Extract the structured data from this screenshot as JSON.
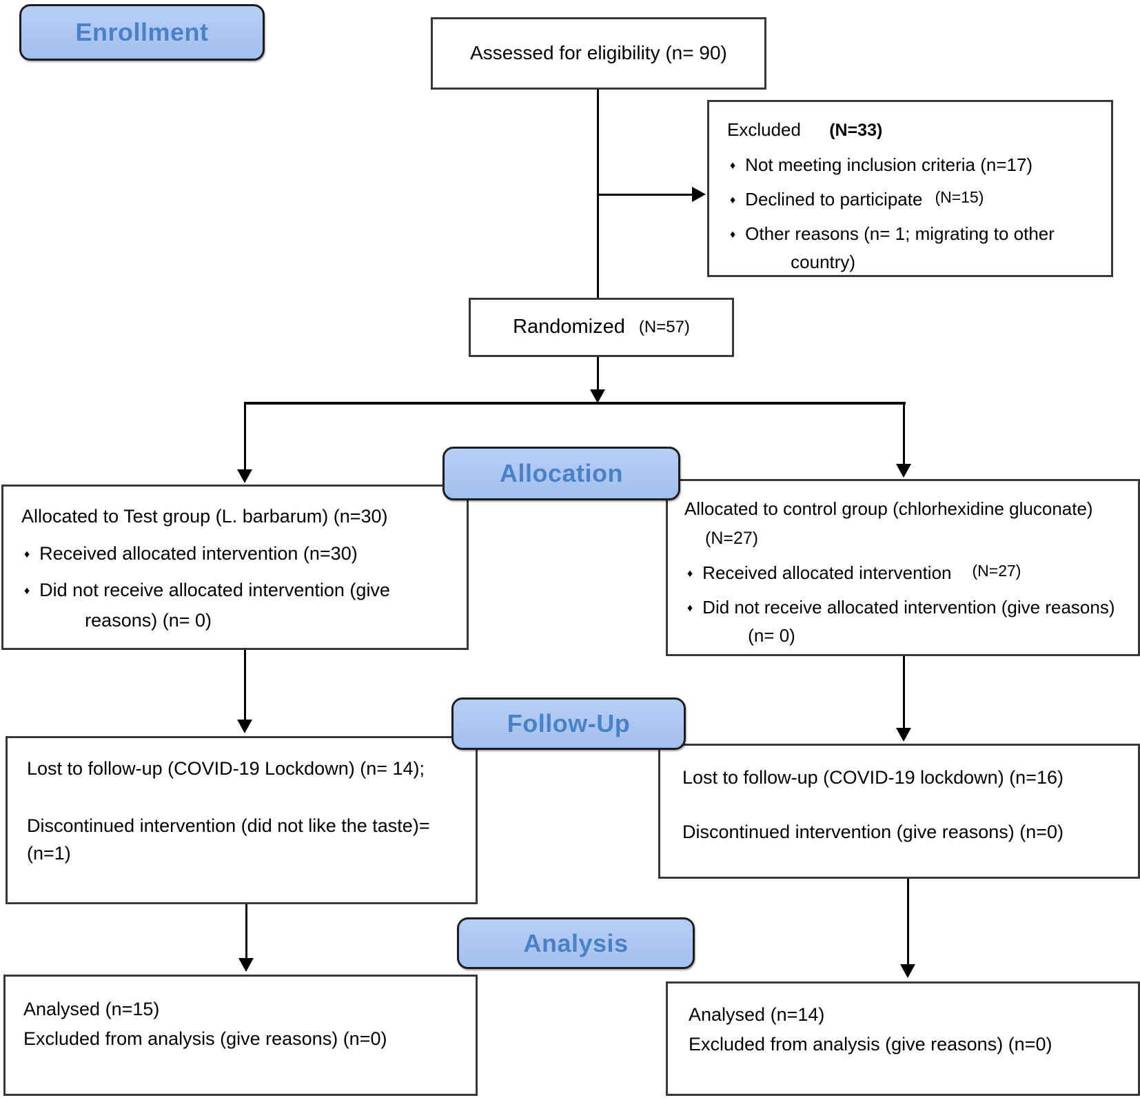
{
  "diagram": {
    "stages": {
      "enrollment": "Enrollment",
      "allocation": "Allocation",
      "followup": "Follow-Up",
      "analysis": "Analysis"
    },
    "bullet_glyph": "♦",
    "assessed": {
      "text": "Assessed for eligibility (n= 90)"
    },
    "excluded": {
      "heading": "Excluded",
      "heading_n": "(N=33)",
      "bullets": [
        {
          "text": "Not meeting inclusion criteria (n=17)",
          "suffix": ""
        },
        {
          "text": "Declined to participate",
          "suffix": "(N=15)"
        },
        {
          "text": "Other reasons (n= 1; migrating to other country)",
          "suffix": ""
        }
      ]
    },
    "randomized": {
      "text": "Randomized",
      "n": "(N=57)"
    },
    "alloc_left": {
      "title": "Allocated to Test group (L. barbarum) (n=30)",
      "bullets": [
        {
          "text": "Received allocated intervention (n=30)",
          "suffix": ""
        },
        {
          "text": "Did not receive allocated intervention (give reasons) (n= 0)",
          "suffix": ""
        }
      ]
    },
    "alloc_right": {
      "title": "Allocated to control group (chlorhexidine gluconate)",
      "title_n": "(N=27)",
      "bullets": [
        {
          "text": "Received allocated intervention",
          "suffix": "(N=27)"
        },
        {
          "text": "Did not receive allocated intervention (give reasons) (n= 0)",
          "suffix": ""
        }
      ]
    },
    "followup_left": {
      "line1": "Lost to follow-up (COVID-19 Lockdown) (n= 14);",
      "line2": "Discontinued intervention (did not like the taste)=(n=1)"
    },
    "followup_right": {
      "line1": "Lost to follow-up (COVID-19 lockdown) (n=16)",
      "line2": "Discontinued intervention (give reasons) (n=0)"
    },
    "analysis_left": {
      "line1": "Analysed (n=15)",
      "line2": "Excluded from analysis (give reasons) (n=0)"
    },
    "analysis_right": {
      "line1": "Analysed (n=14)",
      "line2": "Excluded from analysis (give reasons) (n=0)"
    },
    "colors": {
      "stage_fill": "#a9c4f0",
      "stage_text": "#4a82c8",
      "box_border": "#383838",
      "line": "#000000"
    }
  }
}
